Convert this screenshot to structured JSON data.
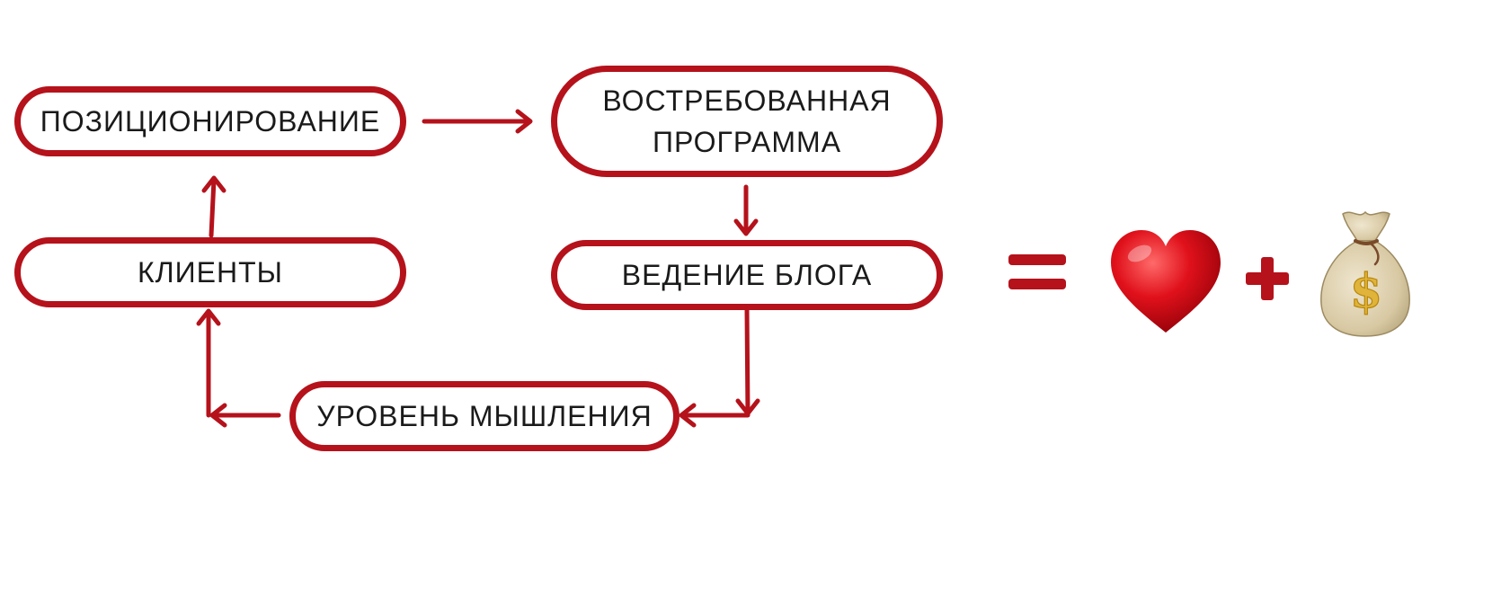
{
  "colors": {
    "accent": "#b5121b",
    "text": "#1a1a1a",
    "background": "#ffffff"
  },
  "nodes": {
    "positioning": "ПОЗИЦИОНИРОВАНИЕ",
    "program": "ВОСТРЕБОВАННАЯ\nПРОГРАММА",
    "clients": "КЛИЕНТЫ",
    "blog": "ВЕДЕНИЕ БЛОГА",
    "mindset": "УРОВЕНЬ МЫШЛЕНИЯ"
  },
  "edges": [
    {
      "from": "positioning",
      "to": "program"
    },
    {
      "from": "program",
      "to": "blog"
    },
    {
      "from": "blog",
      "to": "mindset"
    },
    {
      "from": "mindset",
      "to": "clients"
    },
    {
      "from": "clients",
      "to": "positioning"
    }
  ],
  "equation": {
    "equals_symbol": "equals-icon",
    "heart": "heart-icon",
    "plus_symbol": "plus-icon",
    "money": "money-bag-icon"
  }
}
